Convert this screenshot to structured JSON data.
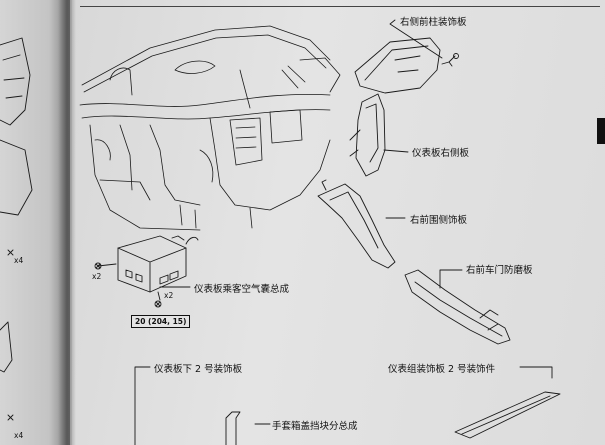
{
  "labels": {
    "right_a_pillar_garnish": "右侧前柱装饰板",
    "instrument_panel_right_side_board": "仪表板右侧板",
    "front_right_cowl_side_board": "右前围侧饰板",
    "front_right_door_scuff_plate": "右前车门防磨板",
    "instrument_panel_passenger_airbag_assy": "仪表板乘客空气囊总成",
    "instrument_panel_lower_no2_garnish": "仪表板下 2 号装饰板",
    "instrument_cluster_garnish_no2_part": "仪表组装饰板 2 号装饰件",
    "glove_box_door_stopper_sub_assy": "手套箱盖挡块分总成"
  },
  "qty": {
    "left_upper": "x4",
    "left_lower": "x4",
    "airbag_left": "x2",
    "airbag_lower": "x2"
  },
  "torque": "20 (204, 15)"
}
